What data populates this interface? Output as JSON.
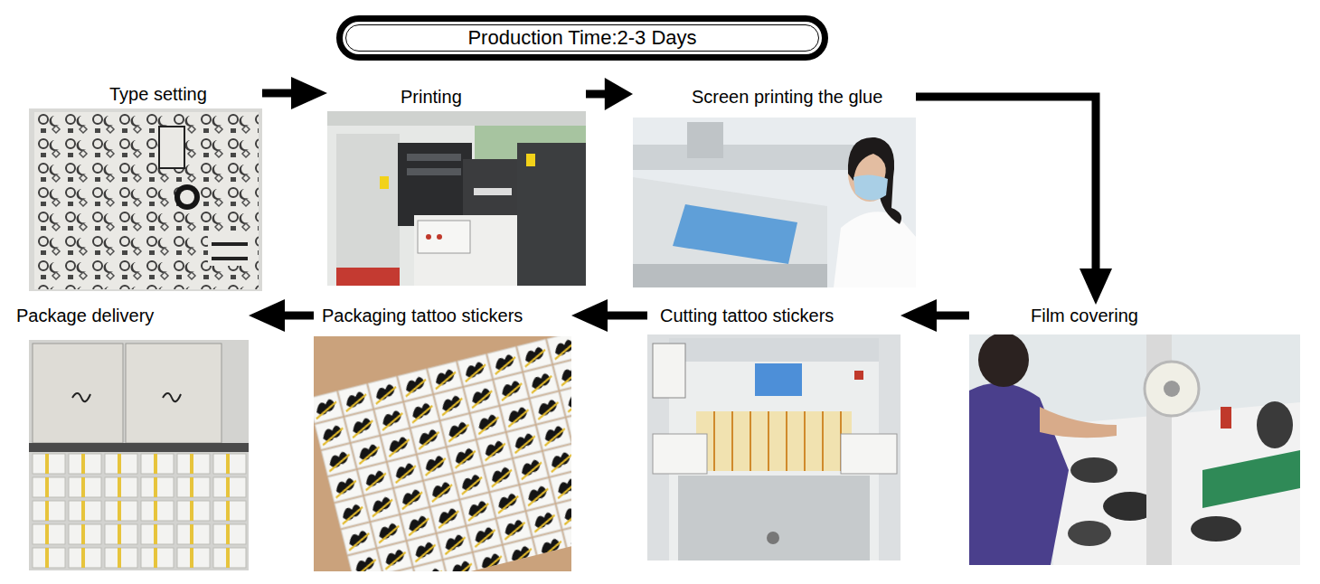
{
  "diagram": {
    "title": "Production Time:2-3 Days",
    "nodes": [
      {
        "text": [
          "Type setting"
        ]
      },
      {
        "text": [
          "Printing"
        ]
      },
      {
        "text": [
          "Screen printing the glue"
        ]
      },
      {
        "text": [
          "Film covering"
        ]
      },
      {
        "text": [
          "Cutting tattoo stickers"
        ]
      },
      {
        "text": [
          "Packaging tattoo stickers"
        ]
      },
      {
        "text": [
          "Package delivery"
        ]
      }
    ],
    "edges": [
      {
        "from": 0,
        "to": 1,
        "arrow": "to"
      },
      {
        "from": 1,
        "to": 2,
        "arrow": "to"
      },
      {
        "from": 2,
        "to": 3,
        "arrow": "to"
      },
      {
        "from": 3,
        "to": 4,
        "arrow": "to"
      },
      {
        "from": 4,
        "to": 5,
        "arrow": "to"
      },
      {
        "from": 5,
        "to": 6,
        "arrow": "to"
      }
    ]
  }
}
